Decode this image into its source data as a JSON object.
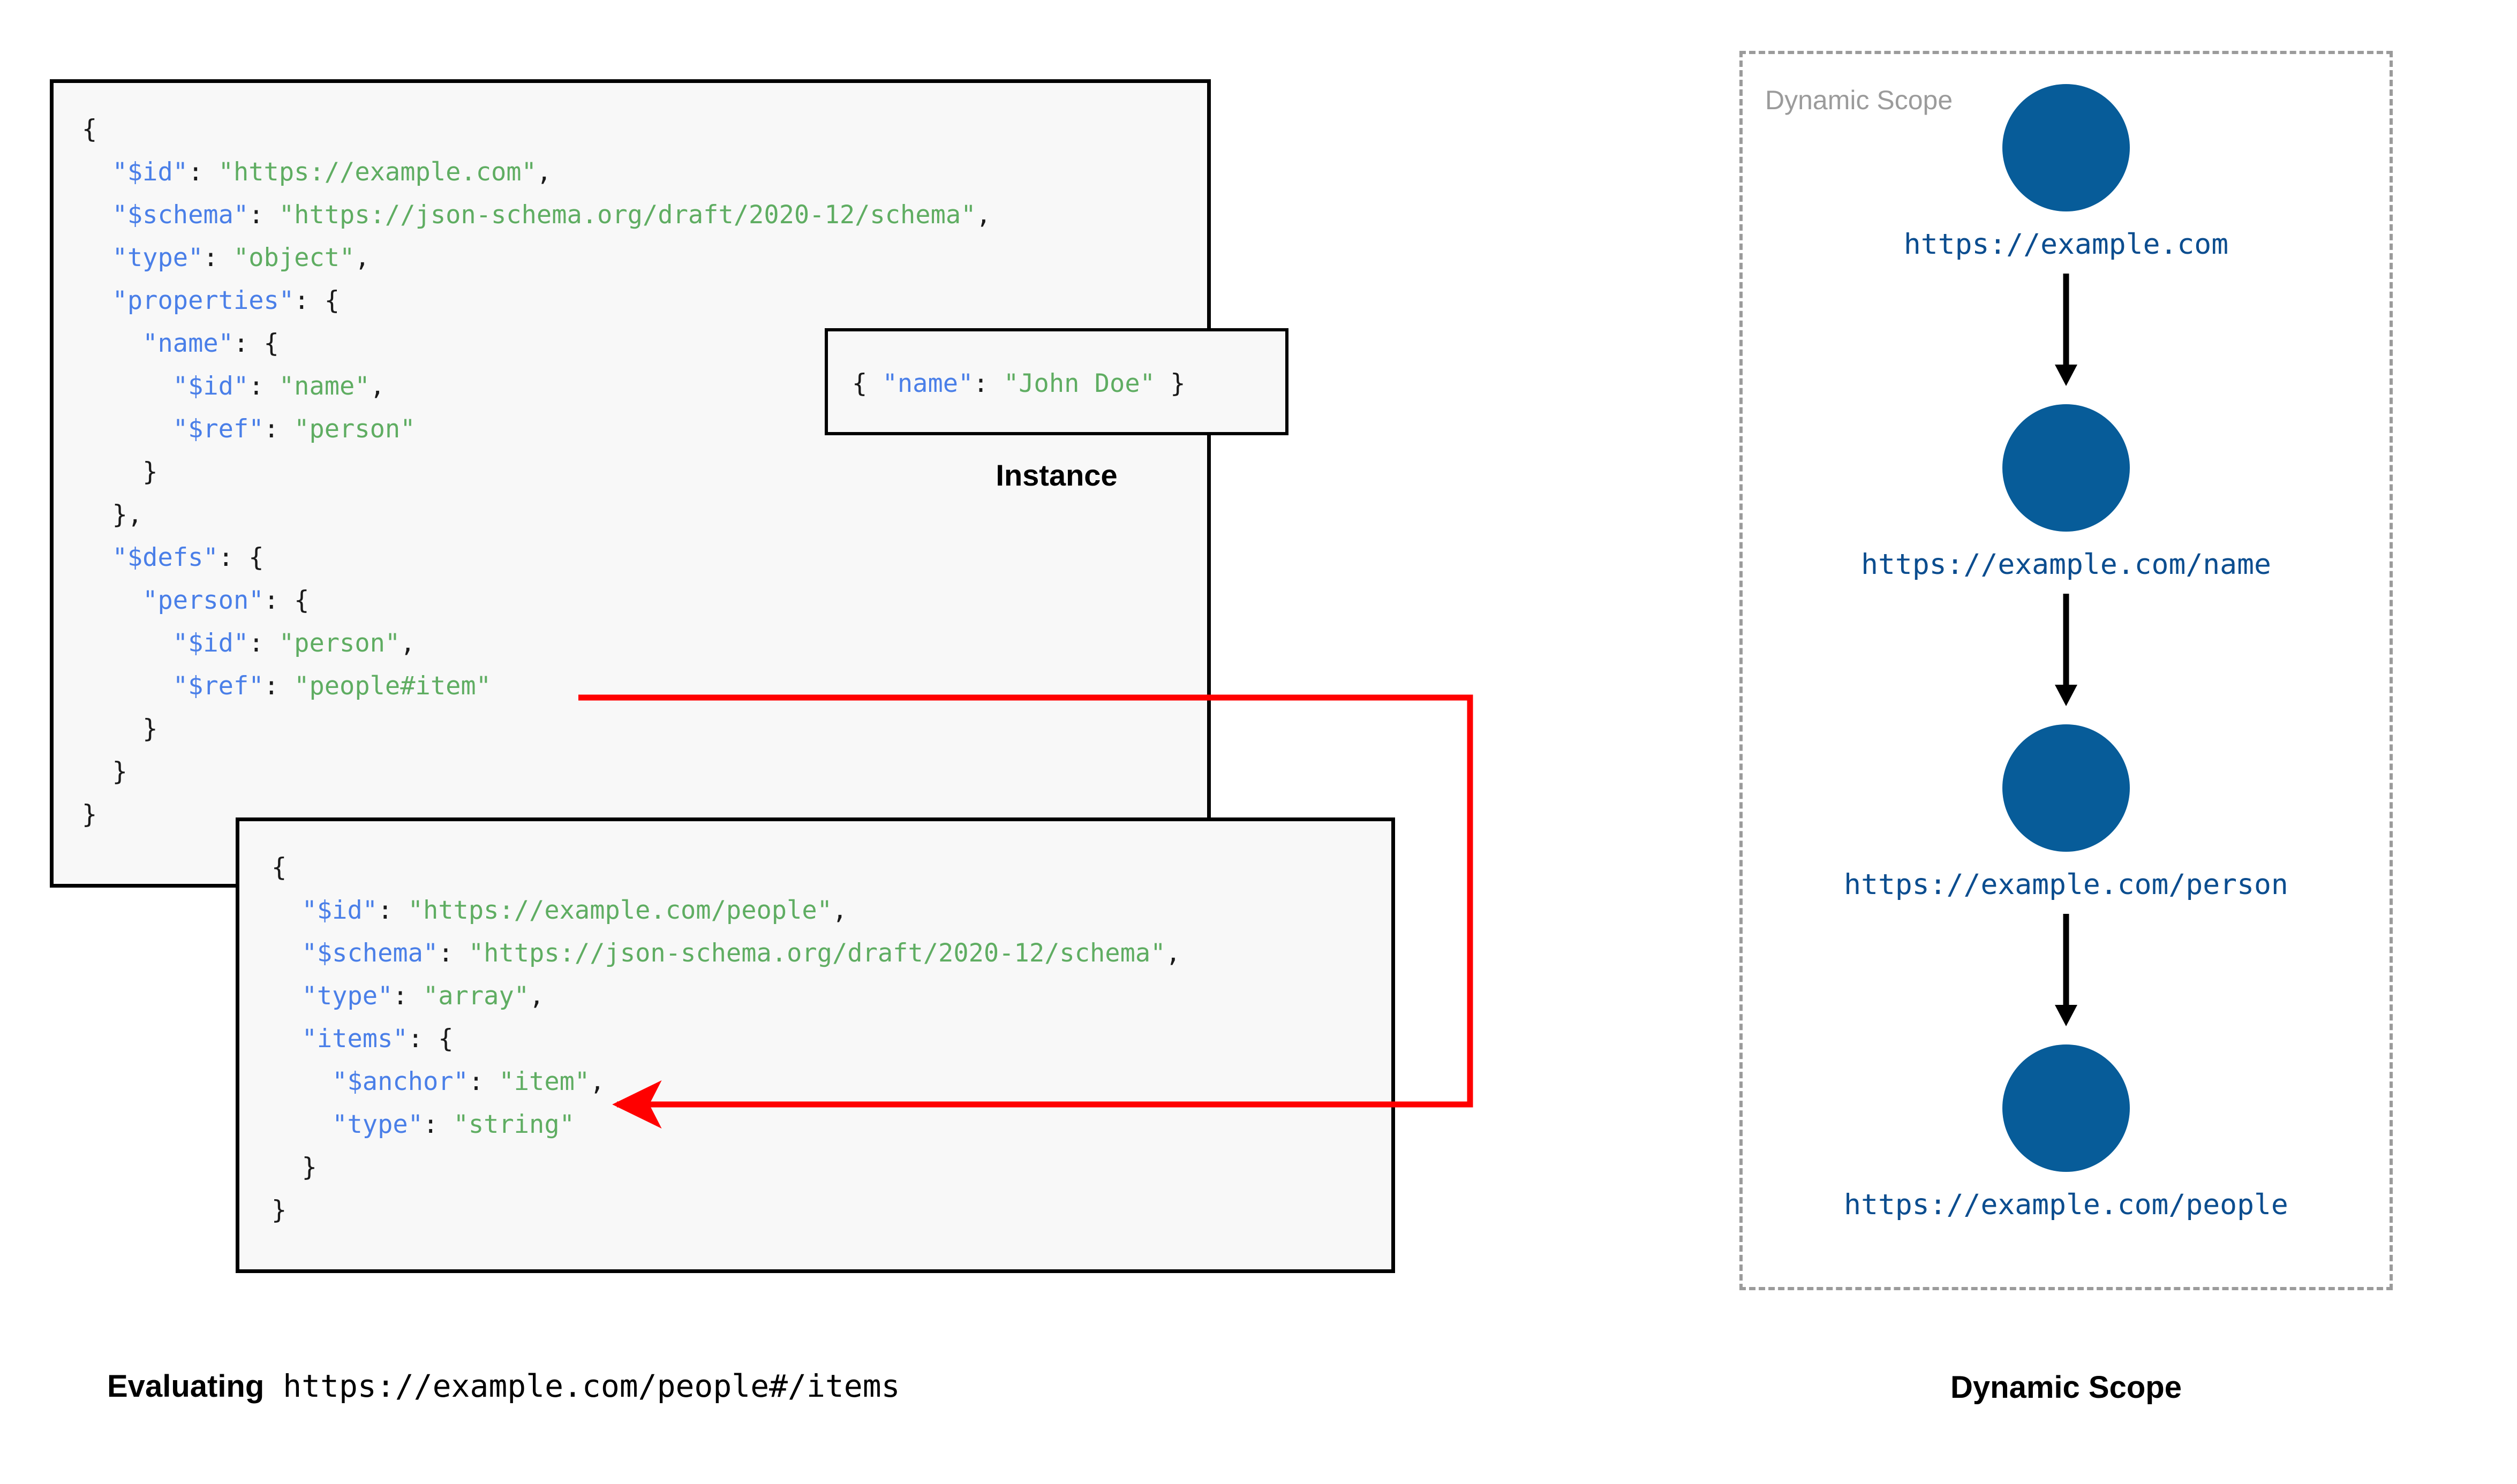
{
  "diagram": {
    "title_left": "Evaluating https://example.com/people#/items",
    "title_right": "Dynamic Scope"
  },
  "schema_panel": {
    "name": "root-schema",
    "lines": [
      {
        "indent": 0,
        "segments": [
          {
            "t": "{",
            "c": "p"
          }
        ]
      },
      {
        "indent": 1,
        "segments": [
          {
            "t": "\"$id\"",
            "c": "k"
          },
          {
            "t": ": ",
            "c": "p"
          },
          {
            "t": "\"https://example.com\"",
            "c": "v"
          },
          {
            "t": ",",
            "c": "p"
          }
        ]
      },
      {
        "indent": 1,
        "segments": [
          {
            "t": "\"$schema\"",
            "c": "k"
          },
          {
            "t": ": ",
            "c": "p"
          },
          {
            "t": "\"https://json-schema.org/draft/2020-12/schema\"",
            "c": "v"
          },
          {
            "t": ",",
            "c": "p"
          }
        ]
      },
      {
        "indent": 1,
        "segments": [
          {
            "t": "\"type\"",
            "c": "k"
          },
          {
            "t": ": ",
            "c": "p"
          },
          {
            "t": "\"object\"",
            "c": "v"
          },
          {
            "t": ",",
            "c": "p"
          }
        ]
      },
      {
        "indent": 1,
        "segments": [
          {
            "t": "\"properties\"",
            "c": "k"
          },
          {
            "t": ": {",
            "c": "p"
          }
        ]
      },
      {
        "indent": 2,
        "segments": [
          {
            "t": "\"name\"",
            "c": "k"
          },
          {
            "t": ": {",
            "c": "p"
          }
        ]
      },
      {
        "indent": 3,
        "segments": [
          {
            "t": "\"$id\"",
            "c": "k"
          },
          {
            "t": ": ",
            "c": "p"
          },
          {
            "t": "\"name\"",
            "c": "v"
          },
          {
            "t": ",",
            "c": "p"
          }
        ]
      },
      {
        "indent": 3,
        "segments": [
          {
            "t": "\"$ref\"",
            "c": "k"
          },
          {
            "t": ": ",
            "c": "p"
          },
          {
            "t": "\"person\"",
            "c": "v"
          }
        ]
      },
      {
        "indent": 2,
        "segments": [
          {
            "t": "}",
            "c": "p"
          }
        ]
      },
      {
        "indent": 1,
        "segments": [
          {
            "t": "},",
            "c": "p"
          }
        ]
      },
      {
        "indent": 1,
        "segments": [
          {
            "t": "\"$defs\"",
            "c": "k"
          },
          {
            "t": ": {",
            "c": "p"
          }
        ]
      },
      {
        "indent": 2,
        "segments": [
          {
            "t": "\"person\"",
            "c": "k"
          },
          {
            "t": ": {",
            "c": "p"
          }
        ]
      },
      {
        "indent": 3,
        "segments": [
          {
            "t": "\"$id\"",
            "c": "k"
          },
          {
            "t": ": ",
            "c": "p"
          },
          {
            "t": "\"person\"",
            "c": "v"
          },
          {
            "t": ",",
            "c": "p"
          }
        ]
      },
      {
        "indent": 3,
        "segments": [
          {
            "t": "\"$ref\"",
            "c": "k"
          },
          {
            "t": ": ",
            "c": "p"
          },
          {
            "t": "\"people#item\"",
            "c": "v"
          }
        ]
      },
      {
        "indent": 2,
        "segments": [
          {
            "t": "}",
            "c": "p"
          }
        ]
      },
      {
        "indent": 1,
        "segments": [
          {
            "t": "}",
            "c": "p"
          }
        ]
      },
      {
        "indent": 0,
        "segments": [
          {
            "t": "}",
            "c": "p"
          }
        ]
      }
    ]
  },
  "instance_panel": {
    "label": "Instance",
    "lines": [
      {
        "indent": 0,
        "segments": [
          {
            "t": "{ ",
            "c": "p"
          },
          {
            "t": "\"name\"",
            "c": "k"
          },
          {
            "t": ": ",
            "c": "p"
          },
          {
            "t": "\"John Doe\"",
            "c": "v"
          },
          {
            "t": " }",
            "c": "p"
          }
        ]
      }
    ]
  },
  "people_panel": {
    "name": "people-schema",
    "lines": [
      {
        "indent": 0,
        "segments": [
          {
            "t": "{",
            "c": "p"
          }
        ]
      },
      {
        "indent": 1,
        "segments": [
          {
            "t": "\"$id\"",
            "c": "k"
          },
          {
            "t": ": ",
            "c": "p"
          },
          {
            "t": "\"https://example.com/people\"",
            "c": "v"
          },
          {
            "t": ",",
            "c": "p"
          }
        ]
      },
      {
        "indent": 1,
        "segments": [
          {
            "t": "\"$schema\"",
            "c": "k"
          },
          {
            "t": ": ",
            "c": "p"
          },
          {
            "t": "\"https://json-schema.org/draft/2020-12/schema\"",
            "c": "v"
          },
          {
            "t": ",",
            "c": "p"
          }
        ]
      },
      {
        "indent": 1,
        "segments": [
          {
            "t": "\"type\"",
            "c": "k"
          },
          {
            "t": ": ",
            "c": "p"
          },
          {
            "t": "\"array\"",
            "c": "v"
          },
          {
            "t": ",",
            "c": "p"
          }
        ]
      },
      {
        "indent": 1,
        "segments": [
          {
            "t": "\"items\"",
            "c": "k"
          },
          {
            "t": ": {",
            "c": "p"
          }
        ]
      },
      {
        "indent": 2,
        "segments": [
          {
            "t": "\"$anchor\"",
            "c": "k"
          },
          {
            "t": ": ",
            "c": "p"
          },
          {
            "t": "\"item\"",
            "c": "v"
          },
          {
            "t": ",",
            "c": "p"
          }
        ]
      },
      {
        "indent": 2,
        "segments": [
          {
            "t": "\"type\"",
            "c": "k"
          },
          {
            "t": ": ",
            "c": "p"
          },
          {
            "t": "\"string\"",
            "c": "v"
          }
        ]
      },
      {
        "indent": 1,
        "segments": [
          {
            "t": "}",
            "c": "p"
          }
        ]
      },
      {
        "indent": 0,
        "segments": [
          {
            "t": "}",
            "c": "p"
          }
        ]
      }
    ]
  },
  "dynamic_scope": {
    "box_title": "Dynamic Scope",
    "caption": "Dynamic Scope",
    "nodes": [
      {
        "uri": "https://example.com"
      },
      {
        "uri": "https://example.com/name"
      },
      {
        "uri": "https://example.com/person"
      },
      {
        "uri": "https://example.com/people"
      }
    ]
  },
  "evaluating_caption": {
    "label": "Evaluating",
    "uri": " https://example.com/people#/items"
  },
  "colors": {
    "json_key": "#4a7fe8",
    "json_value": "#5fad62",
    "node_fill": "#075C99",
    "node_label": "#0b4d8f",
    "ref_arrow": "#ff0000",
    "scope_border": "#9b9b9b",
    "panel_bg": "#f8f8f8"
  }
}
